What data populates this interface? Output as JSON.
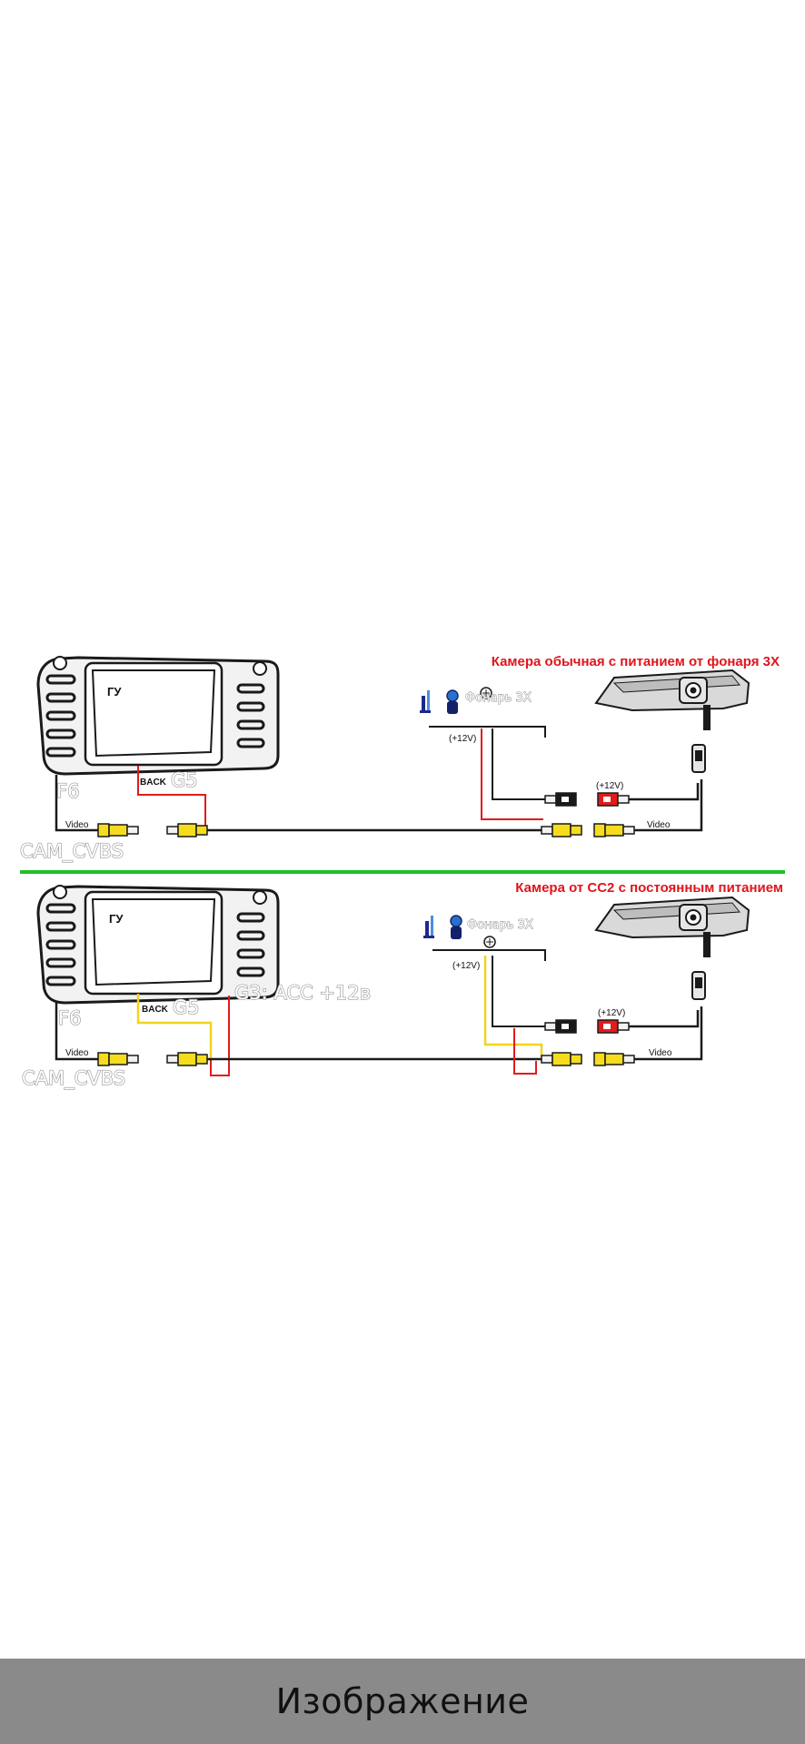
{
  "diagram": {
    "top": {
      "title": "Камера обычная с питанием от фонаря 3Х",
      "head_unit": "ГУ",
      "back": "BACK",
      "g5": "G5",
      "f6": "F6",
      "video_left": "Video",
      "cam_cvbs": "CAM_CVBS",
      "lamp": "Фонарь 3Х",
      "plus12_lamp": "(+12V)",
      "plus12_cam": "(+12V)",
      "video_right": "Video"
    },
    "bottom": {
      "title": "Камера от СС2 с постоянным питанием",
      "head_unit": "ГУ",
      "back": "BACK",
      "g5": "G5",
      "g3": "G3: ACC +12в",
      "f6": "F6",
      "video_left": "Video",
      "cam_cvbs": "CAM_CVBS",
      "lamp": "Фонарь 3Х",
      "plus12_lamp": "(+12V)",
      "plus12_cam": "(+12V)",
      "video_right": "Video"
    },
    "colors": {
      "wire_black": "#1a1a1a",
      "wire_red": "#e21b1b",
      "wire_yellow": "#f2d41a",
      "separator": "#22c02a",
      "rca_yellow": "#f5dd1e",
      "rca_red": "#e21b1b"
    }
  },
  "footer": {
    "label": "Изображение"
  }
}
